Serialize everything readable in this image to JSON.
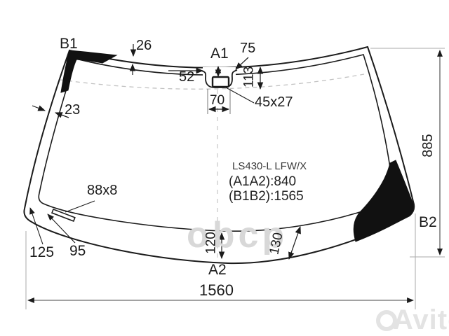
{
  "drawing": {
    "part_code": "LS430-L LFW/X",
    "dim_a1a2": "(A1A2):840",
    "dim_b1b2": "(B1B2):1565",
    "points": {
      "a1": "A1",
      "a2": "A2",
      "b1": "B1",
      "b2": "B2"
    },
    "dimensions": {
      "top_band": "26",
      "left_band": "23",
      "notch_offset": "52",
      "notch_width": "70",
      "notch_depth": "113",
      "notch_side": "75",
      "mirror_pad": "45x27",
      "sensor_strip": "88x8",
      "corner_left": "125",
      "corner_offset": "95",
      "bottom_band_left": "120",
      "bottom_band_right": "130",
      "overall_height": "885",
      "overall_width": "1560"
    },
    "watermarks": {
      "center": "obcp",
      "corner": "Avito"
    },
    "colors": {
      "line": "#1b1b1b",
      "dimension": "#2a2a2a",
      "watermark_center": "#d8d8d8",
      "watermark_corner": "#e3e3e3"
    }
  }
}
